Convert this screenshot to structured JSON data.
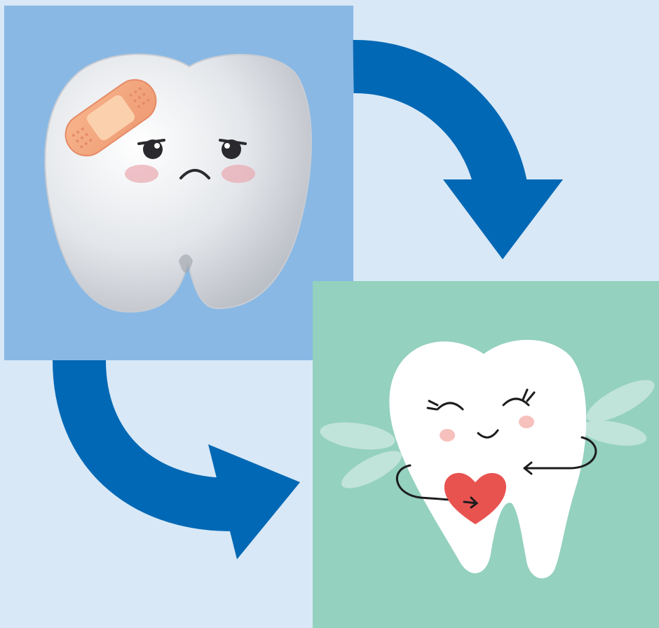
{
  "illustration": {
    "background_color": "#d8e8f7",
    "panels": [
      {
        "name": "sad-tooth-panel",
        "color": "#89b8e4"
      },
      {
        "name": "happy-tooth-panel",
        "color": "#94d1be"
      }
    ],
    "arrows": [
      {
        "name": "arrow-top-right",
        "direction": "clockwise-down",
        "color": "#0068b4"
      },
      {
        "name": "arrow-bottom-left",
        "direction": "counterclockwise-right",
        "color": "#0068b4"
      }
    ],
    "characters": [
      {
        "name": "sad-tooth",
        "expression": "sad",
        "accessory": "bandage-icon",
        "tooth_color": "#e6e8ec"
      },
      {
        "name": "happy-tooth",
        "expression": "happy",
        "accessory": "heart-icon",
        "wings": true,
        "heart_color": "#e85350"
      }
    ]
  }
}
